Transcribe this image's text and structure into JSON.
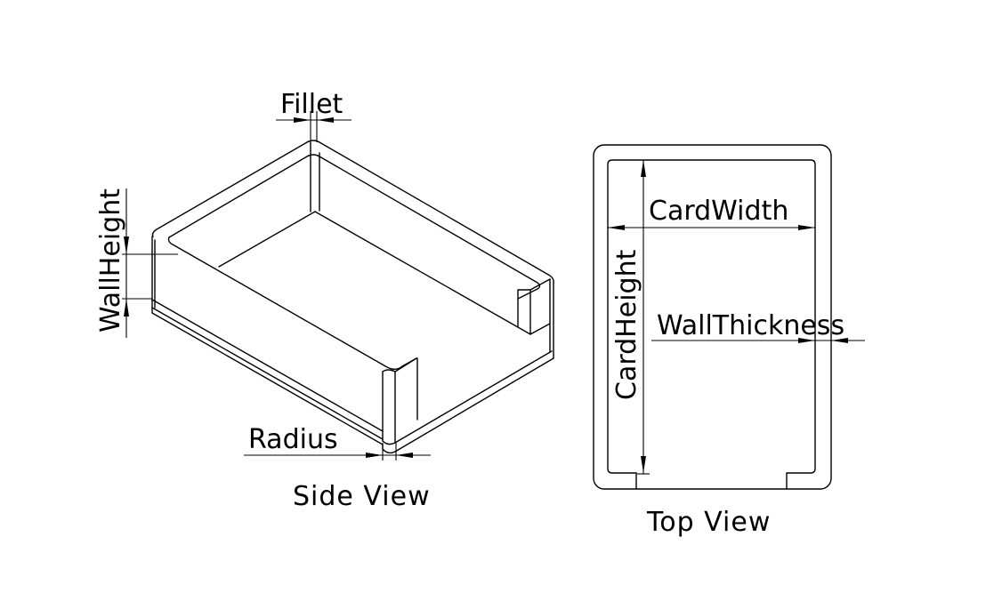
{
  "diagram": {
    "views": {
      "side": {
        "title": "Side View"
      },
      "top": {
        "title": "Top View"
      }
    },
    "dimensions": {
      "fillet": "Fillet",
      "wall_height": "WallHeight",
      "radius": "Radius",
      "card_width": "CardWidth",
      "card_height": "CardHeight",
      "wall_thickness": "WallThickness"
    },
    "colors": {
      "line": "#000000",
      "background": "#ffffff"
    }
  }
}
